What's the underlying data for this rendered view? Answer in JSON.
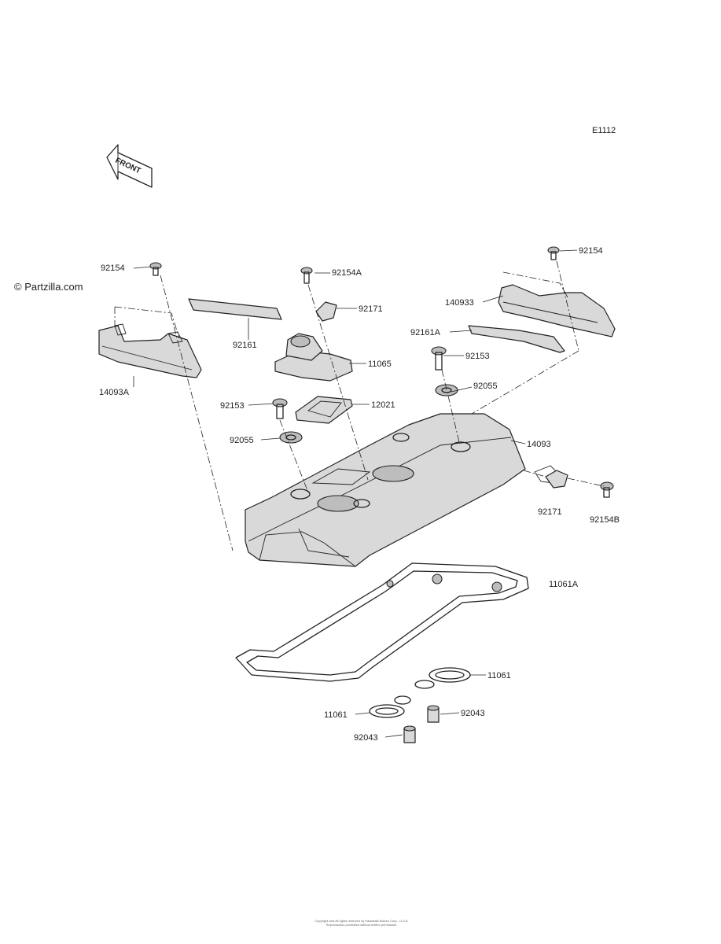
{
  "diagram_code": "E1112",
  "copyright": "© Partzilla.com",
  "front_label": "FRONT",
  "footer_lines": [
    "Copyright and all rights reserved by Kawasaki Motors Corp., U.S.A.",
    "Reproduction prohibited without written permission."
  ],
  "callouts": [
    {
      "id": "c1",
      "text": "92154"
    },
    {
      "id": "c2",
      "text": "92154A"
    },
    {
      "id": "c3",
      "text": "92154"
    },
    {
      "id": "c4",
      "text": "92171"
    },
    {
      "id": "c5",
      "text": "140933"
    },
    {
      "id": "c6",
      "text": "92161"
    },
    {
      "id": "c7",
      "text": "92161A"
    },
    {
      "id": "c8",
      "text": "11065"
    },
    {
      "id": "c9",
      "text": "92153"
    },
    {
      "id": "c10",
      "text": "14093A"
    },
    {
      "id": "c11",
      "text": "92055"
    },
    {
      "id": "c12",
      "text": "92153"
    },
    {
      "id": "c13",
      "text": "12021"
    },
    {
      "id": "c14",
      "text": "92055"
    },
    {
      "id": "c15",
      "text": "14093"
    },
    {
      "id": "c16",
      "text": "92171"
    },
    {
      "id": "c17",
      "text": "92154B"
    },
    {
      "id": "c18",
      "text": "11061A"
    },
    {
      "id": "c19",
      "text": "11061"
    },
    {
      "id": "c20",
      "text": "11061"
    },
    {
      "id": "c21",
      "text": "92043"
    },
    {
      "id": "c22",
      "text": "92043"
    }
  ]
}
